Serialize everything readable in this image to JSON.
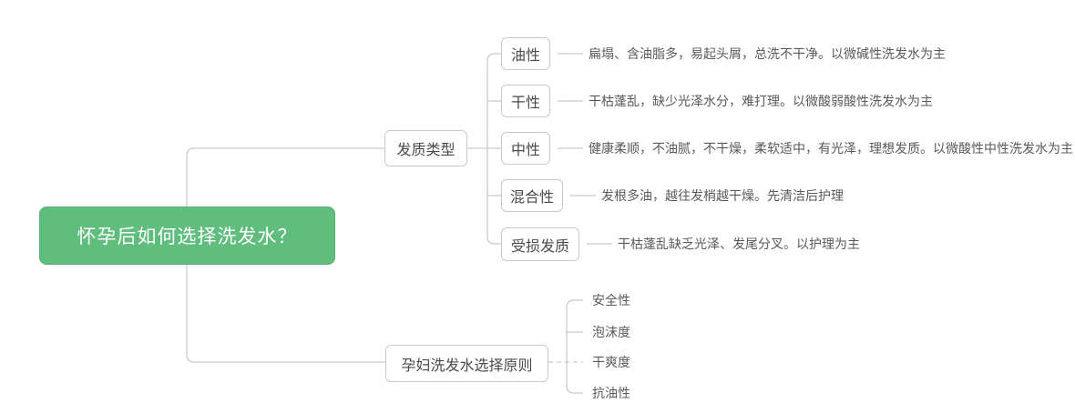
{
  "title": "怀孕后如何选择洗发水？",
  "colors": {
    "root_bg": "#5fbe7d",
    "root_text": "#ffffff",
    "node_border": "#c9c9c9",
    "node_text": "#4a4a4a",
    "desc_text": "#595959",
    "connector": "#c9c9c9"
  },
  "branch1": {
    "label": "发质类型",
    "children": [
      {
        "label": "油性",
        "desc": "扁塌、含油脂多，易起头屑，总洗不干净。以微碱性洗发水为主"
      },
      {
        "label": "干性",
        "desc": "干枯蓬乱，缺少光泽水分，难打理。以微酸弱酸性洗发水为主"
      },
      {
        "label": "中性",
        "desc": "健康柔顺，不油腻，不干燥，柔软适中，有光泽，理想发质。以微酸性中性洗发水为主"
      },
      {
        "label": "混合性",
        "desc": "发根多油，越往发梢越干燥。先清洁后护理"
      },
      {
        "label": "受损发质",
        "desc": "干枯蓬乱缺乏光泽、发尾分叉。以护理为主"
      }
    ]
  },
  "branch2": {
    "label": "孕妇洗发水选择原则",
    "children": [
      {
        "label": "安全性"
      },
      {
        "label": "泡沫度"
      },
      {
        "label": "干爽度"
      },
      {
        "label": "抗油性"
      }
    ]
  }
}
